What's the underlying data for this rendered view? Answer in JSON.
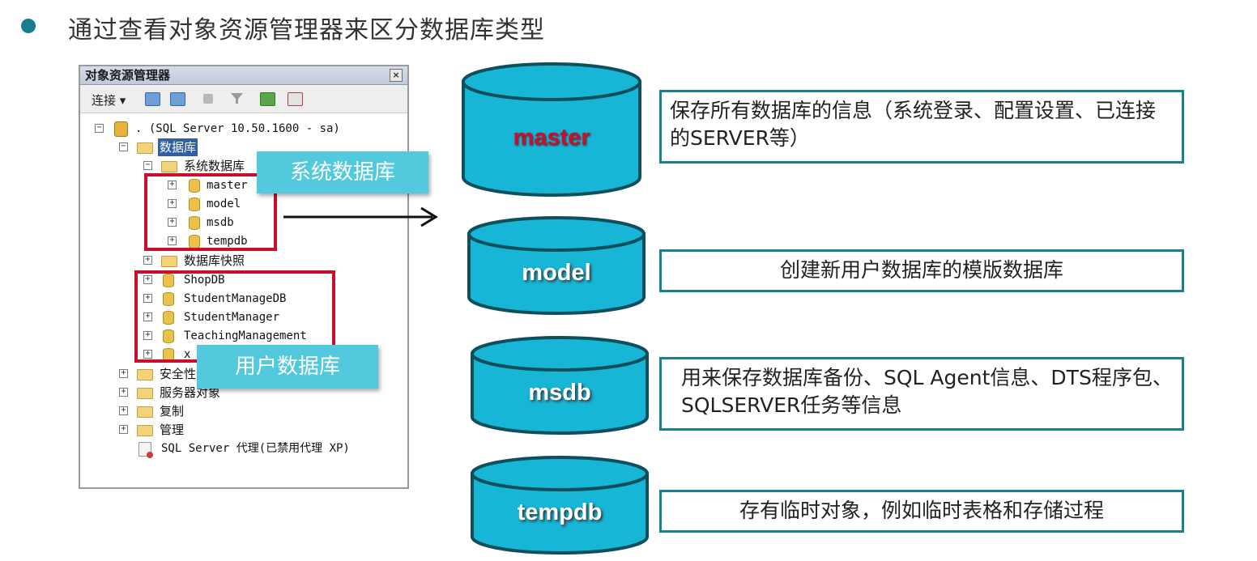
{
  "slide": {
    "heading": "通过查看对象资源管理器来区分数据库类型"
  },
  "explorer": {
    "title": "对象资源管理器",
    "close_glyph": "×",
    "toolbar": {
      "connect_label": "连接 ▾"
    },
    "tree": {
      "server": ". (SQL Server 10.50.1600 - sa)",
      "databases": "数据库",
      "system_databases": "系统数据库",
      "system_items": [
        "master",
        "model",
        "msdb",
        "tempdb"
      ],
      "snapshots": "数据库快照",
      "user_items": [
        "ShopDB",
        "StudentManageDB",
        "StudentManager",
        "TeachingManagement",
        "x"
      ],
      "security": "安全性",
      "server_objects": "服务器对象",
      "replication": "复制",
      "management": "管理",
      "agent": "SQL Server 代理(已禁用代理 XP)"
    }
  },
  "callouts": {
    "system": "系统数据库",
    "user": "用户数据库"
  },
  "arrow_icon": "right-arrow",
  "databases": [
    {
      "name": "master",
      "desc": "保存所有数据库的信息（系统登录、配置设置、已连接的SERVER等）"
    },
    {
      "name": "model",
      "desc": "创建新用户数据库的模版数据库"
    },
    {
      "name": "msdb",
      "desc": "用来保存数据库备份、SQL Agent信息、DTS程序包、SQLSERVER任务等信息"
    },
    {
      "name": "tempdb",
      "desc": "存有临时对象，例如临时表格和存储过程"
    }
  ],
  "colors": {
    "accent": "#18808f",
    "cylinder": "#17b6d6",
    "callout": "#52c9dd",
    "highlight": "#c8102e"
  }
}
